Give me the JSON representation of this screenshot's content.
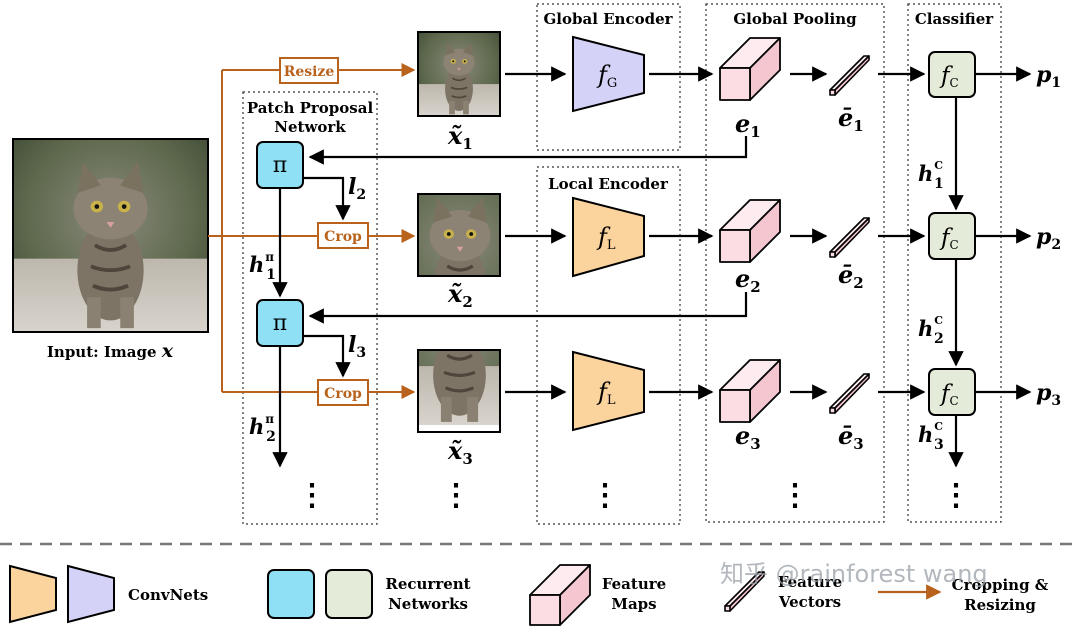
{
  "boxes": {
    "global_encoder": "Global Encoder",
    "global_pooling": "Global Pooling",
    "classifier": "Classifier",
    "local_encoder": "Local Encoder",
    "ppn_line1": "Patch Proposal",
    "ppn_line2": "Network"
  },
  "input_label": "Input: Image",
  "input_symbol": "x",
  "ops": {
    "resize": "Resize",
    "crop1": "Crop",
    "crop2": "Crop"
  },
  "policy_symbol": "π",
  "encoders": {
    "global": {
      "base": "f",
      "sub": "G"
    },
    "local1": {
      "base": "f",
      "sub": "L"
    },
    "local2": {
      "base": "f",
      "sub": "L"
    },
    "classifier": {
      "base": "f",
      "sub": "C"
    }
  },
  "patches": [
    {
      "base": "x̃",
      "sub": "1"
    },
    {
      "base": "x̃",
      "sub": "2"
    },
    {
      "base": "x̃",
      "sub": "3"
    }
  ],
  "feature_maps": [
    {
      "base": "e",
      "sub": "1"
    },
    {
      "base": "e",
      "sub": "2"
    },
    {
      "base": "e",
      "sub": "3"
    }
  ],
  "feature_vectors": [
    {
      "base": "ē",
      "sub": "1"
    },
    {
      "base": "ē",
      "sub": "2"
    },
    {
      "base": "ē",
      "sub": "3"
    }
  ],
  "outputs": [
    {
      "base": "p",
      "sub": "1"
    },
    {
      "base": "p",
      "sub": "2"
    },
    {
      "base": "p",
      "sub": "3"
    }
  ],
  "locations": [
    {
      "base": "l",
      "sub": "2"
    },
    {
      "base": "l",
      "sub": "3"
    }
  ],
  "hidden_pi": [
    {
      "base": "h",
      "sub": "1",
      "sup": "π"
    },
    {
      "base": "h",
      "sub": "2",
      "sup": "π"
    }
  ],
  "hidden_c": [
    {
      "base": "h",
      "sub": "1",
      "sup": "C"
    },
    {
      "base": "h",
      "sub": "2",
      "sup": "C"
    },
    {
      "base": "h",
      "sub": "3",
      "sup": "C"
    }
  ],
  "ellipsis": "⋮",
  "legend": {
    "convnets": "ConvNets",
    "recurrent_line1": "Recurrent",
    "recurrent_line2": "Networks",
    "feature_maps_line1": "Feature",
    "feature_maps_line2": "Maps",
    "feature_vectors_line1": "Feature",
    "feature_vectors_line2": "Vectors",
    "crop_line1": "Cropping &",
    "crop_line2": "Resizing"
  },
  "watermark": "知乎 @rainforest wang",
  "colors": {
    "orange": "#b8621b",
    "policy_fill": "#8fe0f5",
    "classifier_fill": "#e4ecd9",
    "global_enc_fill": "#d4d3f7",
    "local_enc_fill": "#fbd39c",
    "pink_front": "#fbdde3",
    "pink_top": "#fdebef",
    "pink_side": "#f4c6cf"
  }
}
